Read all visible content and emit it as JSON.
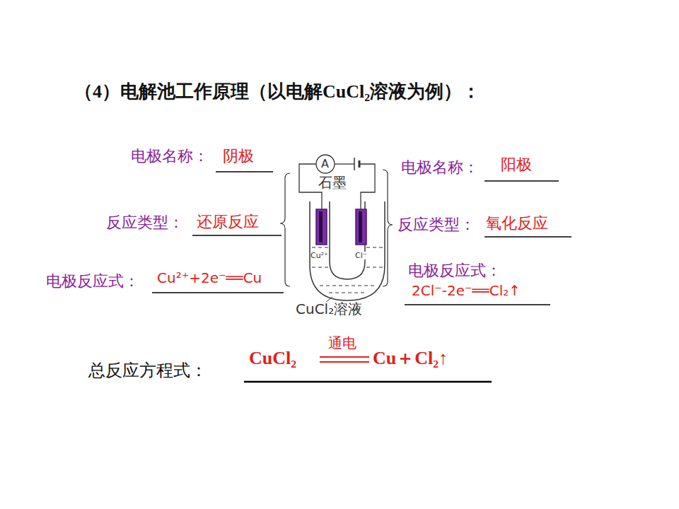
{
  "diagram": {
    "title": "（4）电解池工作原理（以电解CuCl₂溶液为例）：",
    "labels": [
      "电极名称：",
      "阴极",
      "反应类型：",
      "还原反应",
      "电极反应式：",
      "Cu²⁺+2e⁻══Cu",
      "A",
      "石墨",
      "电极名称：",
      "阳极",
      "反应类型：",
      "氧化反应",
      "Cu²⁺",
      "Cl⁻",
      "电极反应式：",
      "2Cl⁻-2e⁻══Cl₂↑",
      "CuCl₂溶液",
      "通电",
      "总反应方程式：",
      "CuCl₂",
      "Cu＋Cl₂↑"
    ]
  }
}
